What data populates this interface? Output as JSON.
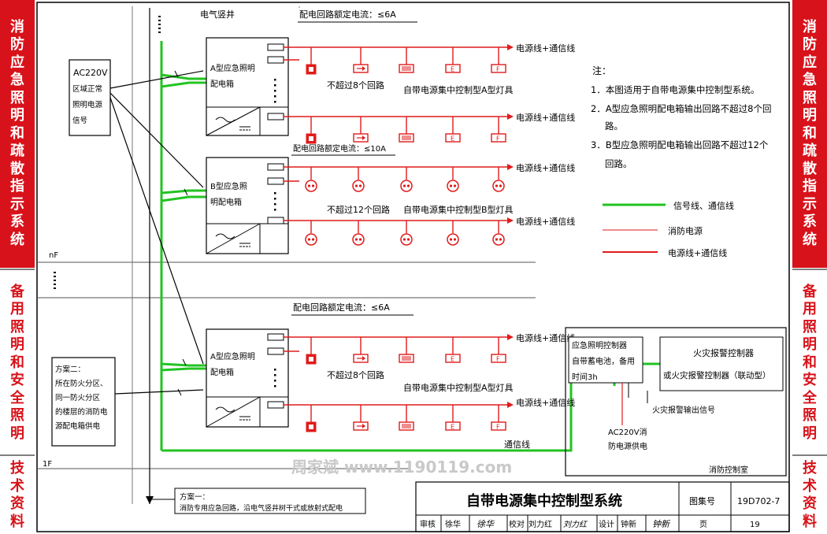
{
  "side_labels": {
    "top": "消防应急照明和疏散指示系统",
    "mid": "备用照明和安全照明",
    "bottom": "技术资料"
  },
  "labels": {
    "shaft": "电气竖井",
    "rated_current_top": "配电回路额定电流：≤6A",
    "rated_current_b": "配电回路额定电流：≤10A",
    "rated_current_bottom": "配电回路额定电流：≤6A",
    "ac220_l1": "AC220V",
    "ac220_l2": "区域正常",
    "ac220_l3": "照明电源",
    "ac220_l4": "信号",
    "panel_a1_l1": "A型应急照明",
    "panel_a1_l2": "配电箱",
    "panel_b_l1": "B型应急照",
    "panel_b_l2": "明配电箱",
    "panel_a2_l1": "A型应急照明",
    "panel_a2_l2": "配电箱",
    "power_comm": "电源线+通信线",
    "max8": "不超过8个回路",
    "max12": "不超过12个回路",
    "lamp_a": "自带电源集中控制型A型灯具",
    "lamp_b": "自带电源集中控制型B型灯具",
    "comm_line": "通信线",
    "nF": "nF",
    "oneF": "1F",
    "ctrl_l1": "应急照明控制器",
    "ctrl_l2": "自带蓄电池，备用",
    "ctrl_l3": "时间3h",
    "fire_l1": "火灾报警控制器",
    "fire_l2": "或火灾报警控制器（联动型）",
    "fire_signal": "火灾报警输出信号",
    "ac220_fire_l1": "AC220V消",
    "ac220_fire_l2": "防电源供电",
    "control_room": "消防控制室",
    "scheme2_l1": "方案二：",
    "scheme2_l2": "所在防火分区、",
    "scheme2_l3": "同一防火分区",
    "scheme2_l4": "的楼层的消防电",
    "scheme2_l5": "源配电箱供电",
    "scheme1_l1": "方案一：",
    "scheme1_l2": "消防专用应急回路，沿电气竖井树干式或放射式配电",
    "lamp_e": "E",
    "lamp_f": "F"
  },
  "notes": {
    "title": "注：",
    "n1": "1．本图适用于自带电源集中控制型系统。",
    "n2a": "2．A型应急照明配电箱输出回路不超过8个回",
    "n2b": "路。",
    "n3a": "3．B型应急照明配电箱输出回路不超过12个",
    "n3b": "回路。"
  },
  "legend": {
    "signal": "信号线、通信线",
    "fire_power": "消防电源",
    "power_comm": "电源线+通信线"
  },
  "title_block": {
    "title": "自带电源集中控制型系统",
    "atlas_label": "图集号",
    "atlas_no": "19D702-7",
    "review": "审核",
    "reviewer": "徐华",
    "reviewer_sig": "徐华",
    "check": "校对",
    "checker": "刘力红",
    "checker_sig": "刘力红",
    "design": "设计",
    "designer": "钟新",
    "designer_sig": "钟新",
    "page_label": "页",
    "page_no": "19"
  },
  "watermark": "周家斌  www.1190119.com",
  "colors": {
    "red": "#e01b1b",
    "green": "#22c322",
    "sidebar": "#d8121a"
  }
}
